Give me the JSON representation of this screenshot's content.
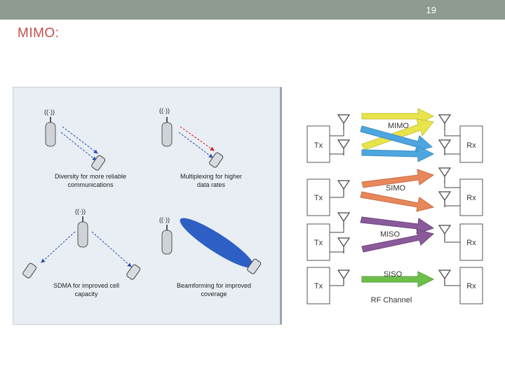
{
  "header": {
    "page_number": "19"
  },
  "slide": {
    "title": "MIMO:"
  },
  "left_diagram": {
    "quadrants": [
      {
        "caption_line1": "Diversity for more reliable",
        "caption_line2": "communications"
      },
      {
        "caption_line1": "Multiplexing for higher",
        "caption_line2": "data rates"
      },
      {
        "caption_line1": "SDMA for improved cell",
        "caption_line2": "capacity"
      },
      {
        "caption_line1": "Beamforming for improved",
        "caption_line2": "coverage"
      }
    ],
    "signal_glyph": "((·))"
  },
  "right_diagram": {
    "rows": [
      {
        "label": "MIMO",
        "tx": "Tx",
        "rx": "Rx"
      },
      {
        "label": "SIMO",
        "tx": "Tx",
        "rx": "Rx"
      },
      {
        "label": "MISO",
        "tx": "Tx",
        "rx": "Rx"
      },
      {
        "label": "SISO",
        "tx": "Tx",
        "rx": "Rx"
      }
    ],
    "footer": "RF Channel",
    "colors": {
      "mimo": "#e8e44a",
      "mimo_blue": "#4da6e0",
      "simo": "#e8875a",
      "miso": "#8a5a9a",
      "siso": "#6cc04a"
    }
  }
}
